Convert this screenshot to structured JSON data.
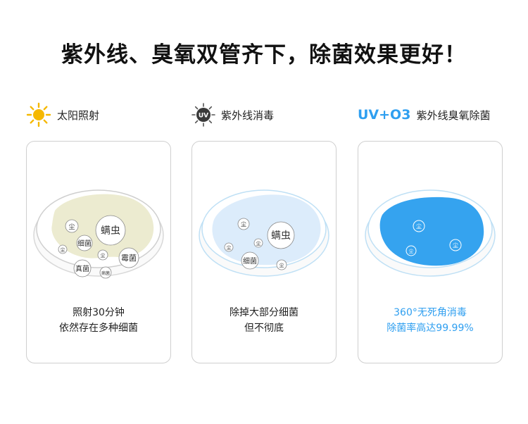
{
  "headline": "紫外线、臭氧双管齐下，除菌效果更好！",
  "columns": [
    {
      "title": "太阳照射",
      "icon": "sun-icon",
      "line1": "照射30分钟",
      "line2": "依然存在多种细菌",
      "labels": {
        "mite": "螨虫",
        "bacteria": "细菌",
        "mold": "霉菌",
        "fungus": "真菌",
        "virus": "病菌",
        "dust": "尘"
      }
    },
    {
      "title": "紫外线消毒",
      "icon": "uv-badge-icon",
      "badge": "UV",
      "line1": "除掉大部分细菌",
      "line2": "但不彻底",
      "labels": {
        "mite": "螨虫",
        "bacteria": "细菌",
        "dust": "尘"
      }
    },
    {
      "title": "紫外线臭氧除菌",
      "icon": "uv-o3-logo",
      "logo": "UV+O3",
      "line1": "360°无死角消毒",
      "line2": "除菌率高达99.99%",
      "labels": {
        "dust": "尘"
      }
    }
  ],
  "colors": {
    "accent": "#2f9ff0",
    "sun": "#f5b800",
    "stain1": "#ecebd0",
    "stain2": "#dcecfb",
    "stain3": "#35a3ef"
  }
}
